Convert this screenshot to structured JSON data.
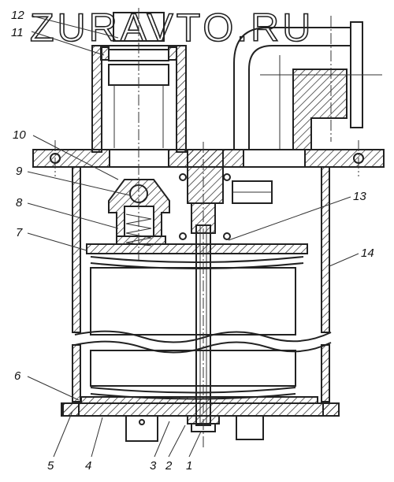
{
  "watermark": "ZURAVTO.RU",
  "callouts": [
    {
      "id": "c1",
      "text": "1"
    },
    {
      "id": "c2",
      "text": "2"
    },
    {
      "id": "c3",
      "text": "3"
    },
    {
      "id": "c4",
      "text": "4"
    },
    {
      "id": "c5",
      "text": "5"
    },
    {
      "id": "c6",
      "text": "6"
    },
    {
      "id": "c7",
      "text": "7"
    },
    {
      "id": "c8",
      "text": "8"
    },
    {
      "id": "c9",
      "text": "9"
    },
    {
      "id": "c10",
      "text": "10"
    },
    {
      "id": "c11",
      "text": "11"
    },
    {
      "id": "c12",
      "text": "12"
    },
    {
      "id": "c13",
      "text": "13"
    },
    {
      "id": "c14",
      "text": "14"
    }
  ]
}
